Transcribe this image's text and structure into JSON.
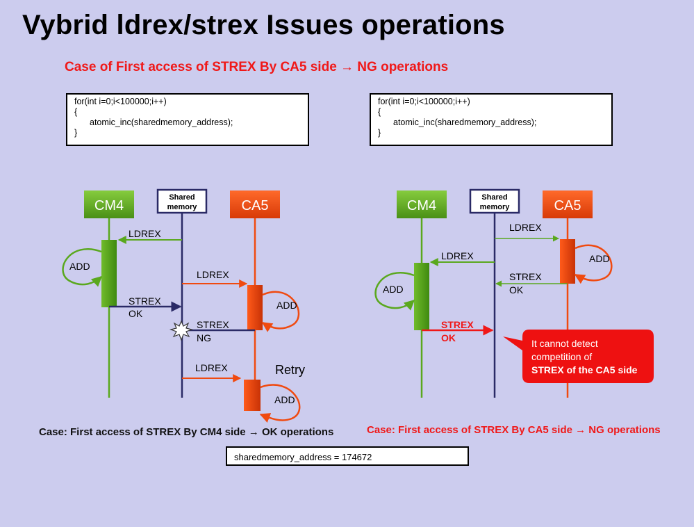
{
  "title": "Vybrid ldrex/strex Issues operations",
  "subtitle": "Case of First access of STREX By CA5 side → NG operations",
  "code_left": {
    "line1": "for(int i=0;i<100000;i++)",
    "line2": "{",
    "line3": "atomic_inc(sharedmemory_address);",
    "line4": "}"
  },
  "code_right": {
    "line1": "for(int i=0;i<100000;i++)",
    "line2": "{",
    "line3": "atomic_inc(sharedmemory_address);",
    "line4": "}"
  },
  "left_diagram": {
    "cm4": "CM4",
    "shared_line1": "Shared",
    "shared_line2": "memory",
    "ca5": "CA5",
    "ldrex1": "LDREX",
    "add_cm4": "ADD",
    "ldrex2": "LDREX",
    "strex_ok_1": "STREX",
    "strex_ok_2": "OK",
    "add_ca5": "ADD",
    "strex_ng_1": "STREX",
    "strex_ng_2": "NG",
    "ldrex3": "LDREX",
    "retry": "Retry",
    "add_ca5_retry": "ADD"
  },
  "right_diagram": {
    "cm4": "CM4",
    "shared_line1": "Shared",
    "shared_line2": "memory",
    "ca5": "CA5",
    "ldrex1": "LDREX",
    "add_ca5": "ADD",
    "ldrex2": "LDREX",
    "strex_ok_1": "STREX",
    "strex_ok_2": "OK",
    "add_cm4": "ADD",
    "strex_red_1": "STREX",
    "strex_red_2": "OK",
    "callout_1": "It cannot detect",
    "callout_2": "competition of",
    "callout_3": "STREX of the CA5 side"
  },
  "caption_left": "Case: First access of STREX By CM4 side → OK operations",
  "caption_right": "Case: First access of STREX By CA5 side → NG operations",
  "result": "sharedmemory_address = 174672",
  "colors": {
    "background": "#ccccee",
    "cm4_green": "#5aa81e",
    "ca5_orange": "#f04a10",
    "lifeline_navy": "#2a2a66",
    "alert_red": "#f01818",
    "callout_red": "#ee1111"
  }
}
